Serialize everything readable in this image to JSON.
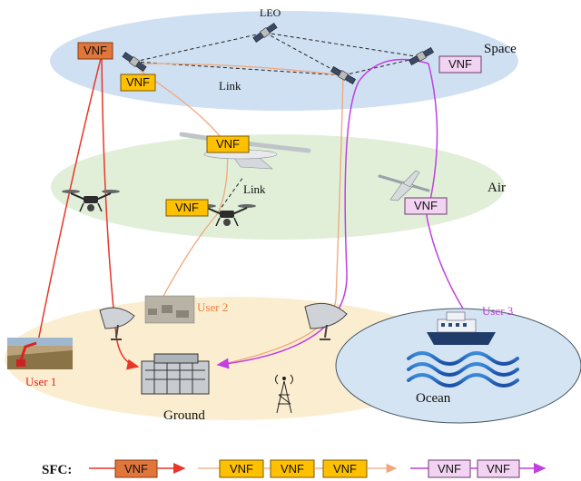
{
  "layers": {
    "space": "Space",
    "air": "Air",
    "ground": "Ground",
    "ocean": "Ocean"
  },
  "labels": {
    "leo": "LEO",
    "link_space": "Link",
    "link_air": "Link"
  },
  "users": {
    "user1": "User 1",
    "user2": "User 2",
    "user3": "User 3"
  },
  "vnf": {
    "text": "VNF",
    "colors": {
      "orange_fill": "#e0763a",
      "orange_stroke": "#8a3a12",
      "yellow_fill": "#ffc000",
      "yellow_stroke": "#7a5a00",
      "pink_fill": "#f2d3f2",
      "pink_stroke": "#6b3b6b"
    }
  },
  "sfc": {
    "label": "SFC:",
    "chain1": [
      "VNF"
    ],
    "chain2": [
      "VNF",
      "VNF",
      "VNF"
    ],
    "chain3": [
      "VNF",
      "VNF"
    ]
  },
  "colors": {
    "path_red": "#e8362a",
    "path_peach": "#f0a77a",
    "path_purple": "#c040e0",
    "space_bg": "#cfe0f2",
    "air_bg": "#e1efd9",
    "ground_bg": "#fbeed0",
    "ocean_bg": "#d5e4f3",
    "user1_color": "#e02020",
    "user2_color": "#f08040",
    "user3_color": "#c040e0"
  }
}
